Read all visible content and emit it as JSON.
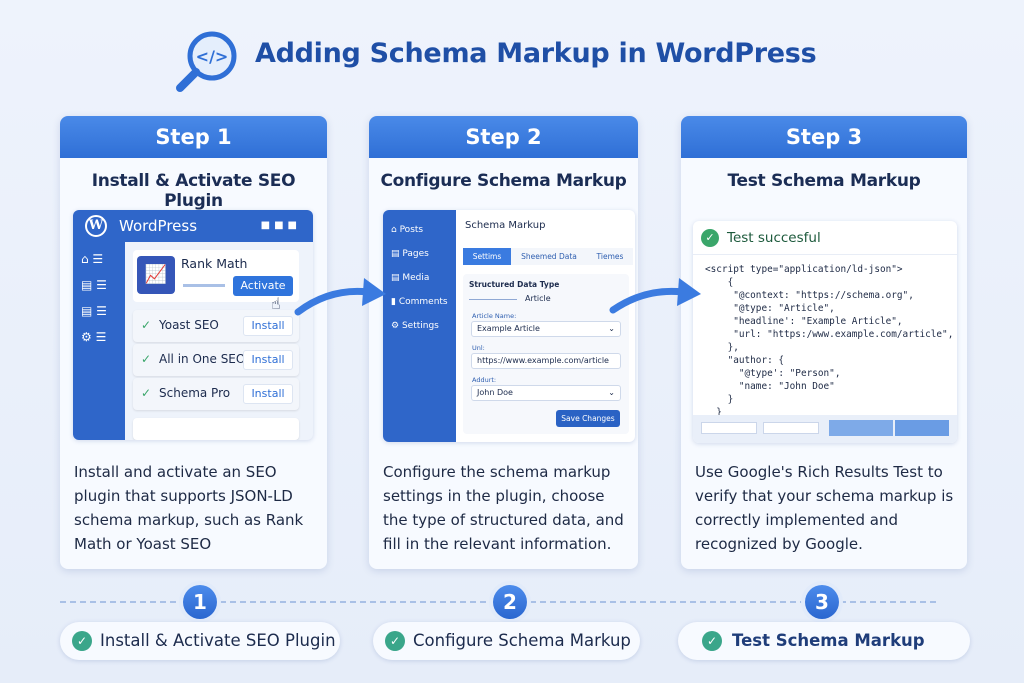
{
  "title": "Adding Schema Markup in WordPress",
  "steps": [
    {
      "header": "Step 1",
      "subtitle": "Install & Activate SEO Plugin",
      "description": "Install and activate an SEO plugin that supports JSON-LD schema markup, such as Rank Math or Yoast SEO",
      "mock": {
        "brand": "WordPress",
        "featured": "Rank Math",
        "activate": "Activate",
        "plugins": [
          {
            "name": "Yoast SEO",
            "action": "Install"
          },
          {
            "name": "All in One SEO",
            "action": "Install"
          },
          {
            "name": "Schema Pro",
            "action": "Install"
          }
        ]
      }
    },
    {
      "header": "Step 2",
      "subtitle": "Configure Schema Markup",
      "description": "Configure the schema markup settings in the plugin, choose the type of structured data, and fill in the relevant information.",
      "mock": {
        "menu": [
          "Posts",
          "Pages",
          "Media",
          "Comments",
          "Settings"
        ],
        "heading": "Schema Markup",
        "tabs": [
          "Settims",
          "Sheemed Data",
          "Tiemes"
        ],
        "type_label": "Structured Data Type",
        "type_value": "Article",
        "fields": [
          {
            "label": "Article Name:",
            "value": "Example Article"
          },
          {
            "label": "Unl:",
            "value": "https://www.example.com/article"
          },
          {
            "label": "Addurt:",
            "value": "John Doe"
          }
        ],
        "save": "Save Changes"
      }
    },
    {
      "header": "Step 3",
      "subtitle": "Test Schema Markup",
      "description": "Use Google's Rich Results Test to verify that your schema markup is correctly implemented and recognized by Google.",
      "mock": {
        "status": "Test succesful",
        "code": "<script type=\"application/ld-json\">\n    {\n     \"@context: \"https://schema.org\",\n     \"@type: \"Article\",\n     \"headline': \"Example Article\",\n     \"url: \"https:/www.example.com/article\",\n    },\n    \"author: {\n      \"@type': \"Person\",\n      \"name: \"John Doe\"\n    }\n  }"
      }
    }
  ],
  "timeline": [
    {
      "num": "1",
      "label": "Install & Activate SEO Plugin"
    },
    {
      "num": "2",
      "label": "Configure Schema Markup"
    },
    {
      "num": "3",
      "label": "Test Schema Markup"
    }
  ]
}
